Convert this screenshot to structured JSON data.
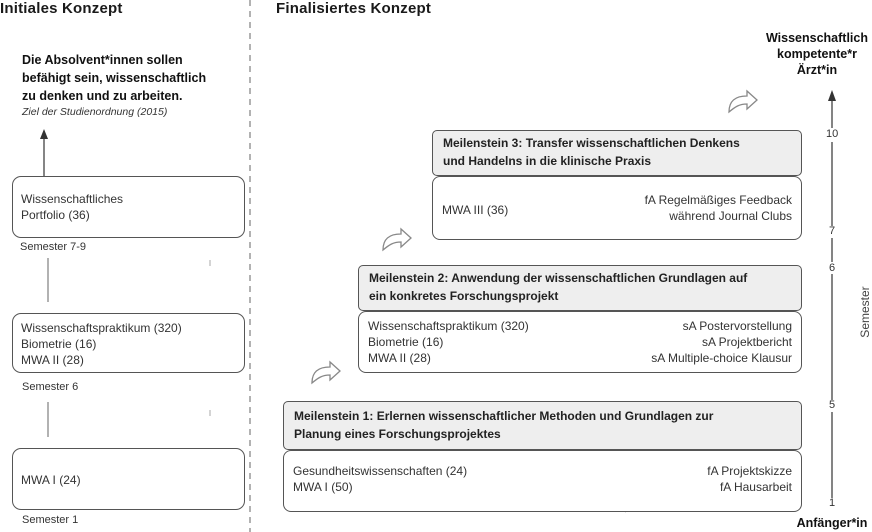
{
  "left": {
    "heading": "Initiales Konzept",
    "goal_lines": [
      "Die Absolvent*innen sollen",
      "befähigt sein, wissenschaftlich",
      "zu denken und zu arbeiten."
    ],
    "goal_source": "Ziel der Studienordnung  (2015)",
    "boxes": [
      {
        "lines": [
          "Wissenschaftliches",
          "Portfolio (36)"
        ],
        "semester": "Semester 7-9"
      },
      {
        "lines": [
          "Wissenschaftspraktikum (320)",
          "Biometrie (16)",
          "MWA II (28)"
        ],
        "semester": "Semester 6"
      },
      {
        "lines": [
          "MWA I (24)"
        ],
        "semester": "Semester 1"
      }
    ]
  },
  "right": {
    "heading": "Finalisiertes Konzept",
    "milestones": [
      {
        "title_lines": [
          "Meilenstein 3: Transfer wissenschaftlichen Denkens",
          "und Handelns in die klinische Praxis"
        ],
        "left_lines": [
          "MWA III (36)"
        ],
        "right_lines": [
          "fA Regelmäßiges Feedback",
          "während Journal Clubs"
        ]
      },
      {
        "title_lines": [
          "Meilenstein 2: Anwendung der wissenschaftlichen Grundlagen auf",
          "ein konkretes Forschungsprojekt"
        ],
        "left_lines": [
          "Wissenschaftspraktikum (320)",
          "Biometrie (16)",
          "MWA II (28)"
        ],
        "right_lines": [
          "sA Postervorstellung",
          "sA Projektbericht",
          "sA Multiple-choice Klausur"
        ]
      },
      {
        "title_lines": [
          "Meilenstein 1: Erlernen wissenschaftlicher Methoden und Grundlagen zur",
          "Planung eines Forschungsprojektes"
        ],
        "left_lines": [
          "Gesundheitswissenschaften (24)",
          "MWA I (50)"
        ],
        "right_lines": [
          "fA Projektskizze",
          "fA Hausarbeit"
        ]
      }
    ],
    "axis": {
      "top_lines": [
        "Wissenschaftlich",
        "kompetente*r",
        "Ärzt*in"
      ],
      "bottom": "Anfänger*in",
      "label": "Semester",
      "ticks": [
        "10",
        "7",
        "6",
        "5",
        "1"
      ]
    }
  }
}
